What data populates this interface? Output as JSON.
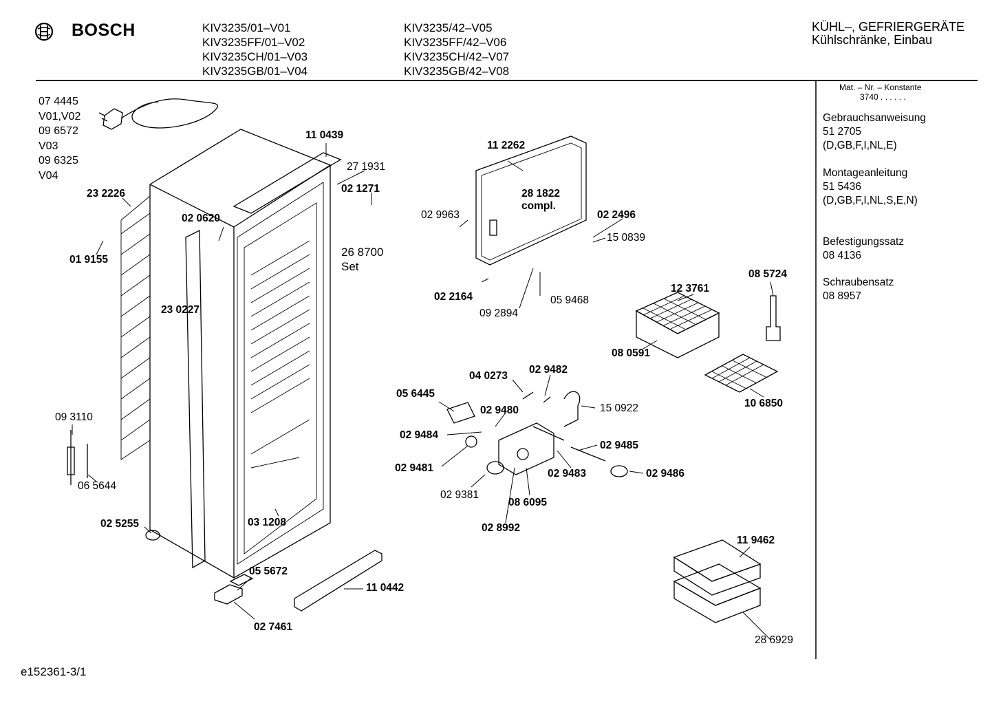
{
  "header": {
    "brand": "BOSCH",
    "models_col1": [
      "KIV3235/01–V01",
      "KIV3235FF/01–V02",
      "KIV3235CH/01–V03",
      "KIV3235GB/01–V04"
    ],
    "models_col2": [
      "KIV3235/42–V05",
      "KIV3235FF/42–V06",
      "KIV3235CH/42–V07",
      "KIV3235GB/42–V08"
    ],
    "category": "KÜHL–, GEFRIERGERÄTE",
    "subcategory": "Kühlschränke, Einbau"
  },
  "sidebar": {
    "mat_label": "Mat. – Nr. – Konstante",
    "mat_value": "3740 . .   . . . .",
    "items": [
      {
        "title": "Gebrauchsanweisung",
        "number": "51 2705",
        "langs": "(D,GB,F,I,NL,E)"
      },
      {
        "title": "Montageanleitung",
        "number": "51 5436",
        "langs": "(D,GB,F,I,NL,S,E,N)"
      },
      {
        "title": "Befestigungssatz",
        "number": "08 4136",
        "langs": ""
      },
      {
        "title": "Schraubensatz",
        "number": "08 8957",
        "langs": ""
      }
    ]
  },
  "cable_labels": [
    "07 4445",
    "V01,V02",
    "09 6572",
    "V03",
    "09 6325",
    "V04"
  ],
  "parts": [
    {
      "id": "232226",
      "text": "23 2226",
      "bold": true
    },
    {
      "id": "019155",
      "text": "01 9155",
      "bold": true
    },
    {
      "id": "110439",
      "text": "11 0439",
      "bold": true
    },
    {
      "id": "271931",
      "text": "27 1931",
      "bold": false
    },
    {
      "id": "021271",
      "text": "02 1271",
      "bold": true
    },
    {
      "id": "020620",
      "text": "02 0620",
      "bold": true
    },
    {
      "id": "268700",
      "text": "26 8700",
      "bold": false
    },
    {
      "id": "set",
      "text": "Set",
      "bold": false
    },
    {
      "id": "230227",
      "text": "23 0227",
      "bold": true
    },
    {
      "id": "093110",
      "text": "09 3110",
      "bold": false
    },
    {
      "id": "065644",
      "text": "06 5644",
      "bold": false
    },
    {
      "id": "025255",
      "text": "02 5255",
      "bold": true
    },
    {
      "id": "031208",
      "text": "03 1208",
      "bold": true
    },
    {
      "id": "055672",
      "text": "05 5672",
      "bold": true
    },
    {
      "id": "027461",
      "text": "02 7461",
      "bold": true
    },
    {
      "id": "110442",
      "text": "11 0442",
      "bold": true
    },
    {
      "id": "112262",
      "text": "11 2262",
      "bold": true
    },
    {
      "id": "281822",
      "text": "28 1822",
      "bold": true
    },
    {
      "id": "compl",
      "text": "compl.",
      "bold": true
    },
    {
      "id": "029963",
      "text": "02 9963",
      "bold": false
    },
    {
      "id": "022496",
      "text": "02 2496",
      "bold": true
    },
    {
      "id": "150839",
      "text": "15 0839",
      "bold": false
    },
    {
      "id": "022164",
      "text": "02 2164",
      "bold": true
    },
    {
      "id": "059468",
      "text": "05 9468",
      "bold": false
    },
    {
      "id": "092894",
      "text": "09 2894",
      "bold": false
    },
    {
      "id": "123761",
      "text": "12 3761",
      "bold": true
    },
    {
      "id": "085724",
      "text": "08 5724",
      "bold": true
    },
    {
      "id": "080591",
      "text": "08 0591",
      "bold": true
    },
    {
      "id": "106850",
      "text": "10 6850",
      "bold": true
    },
    {
      "id": "040273",
      "text": "04 0273",
      "bold": true
    },
    {
      "id": "029482",
      "text": "02 9482",
      "bold": true
    },
    {
      "id": "056445",
      "text": "05 6445",
      "bold": true
    },
    {
      "id": "029480",
      "text": "02 9480",
      "bold": true
    },
    {
      "id": "150922",
      "text": "15 0922",
      "bold": false
    },
    {
      "id": "029484",
      "text": "02 9484",
      "bold": true
    },
    {
      "id": "029485",
      "text": "02 9485",
      "bold": true
    },
    {
      "id": "029481",
      "text": "02 9481",
      "bold": true
    },
    {
      "id": "029483",
      "text": "02 9483",
      "bold": true
    },
    {
      "id": "029486",
      "text": "02 9486",
      "bold": true
    },
    {
      "id": "029381",
      "text": "02 9381",
      "bold": false
    },
    {
      "id": "086095",
      "text": "08 6095",
      "bold": true
    },
    {
      "id": "028992",
      "text": "02 8992",
      "bold": true
    },
    {
      "id": "119462",
      "text": "11 9462",
      "bold": true
    },
    {
      "id": "286929",
      "text": "28 6929",
      "bold": false
    }
  ],
  "footer": {
    "doc_id": "e152361-3/1"
  }
}
